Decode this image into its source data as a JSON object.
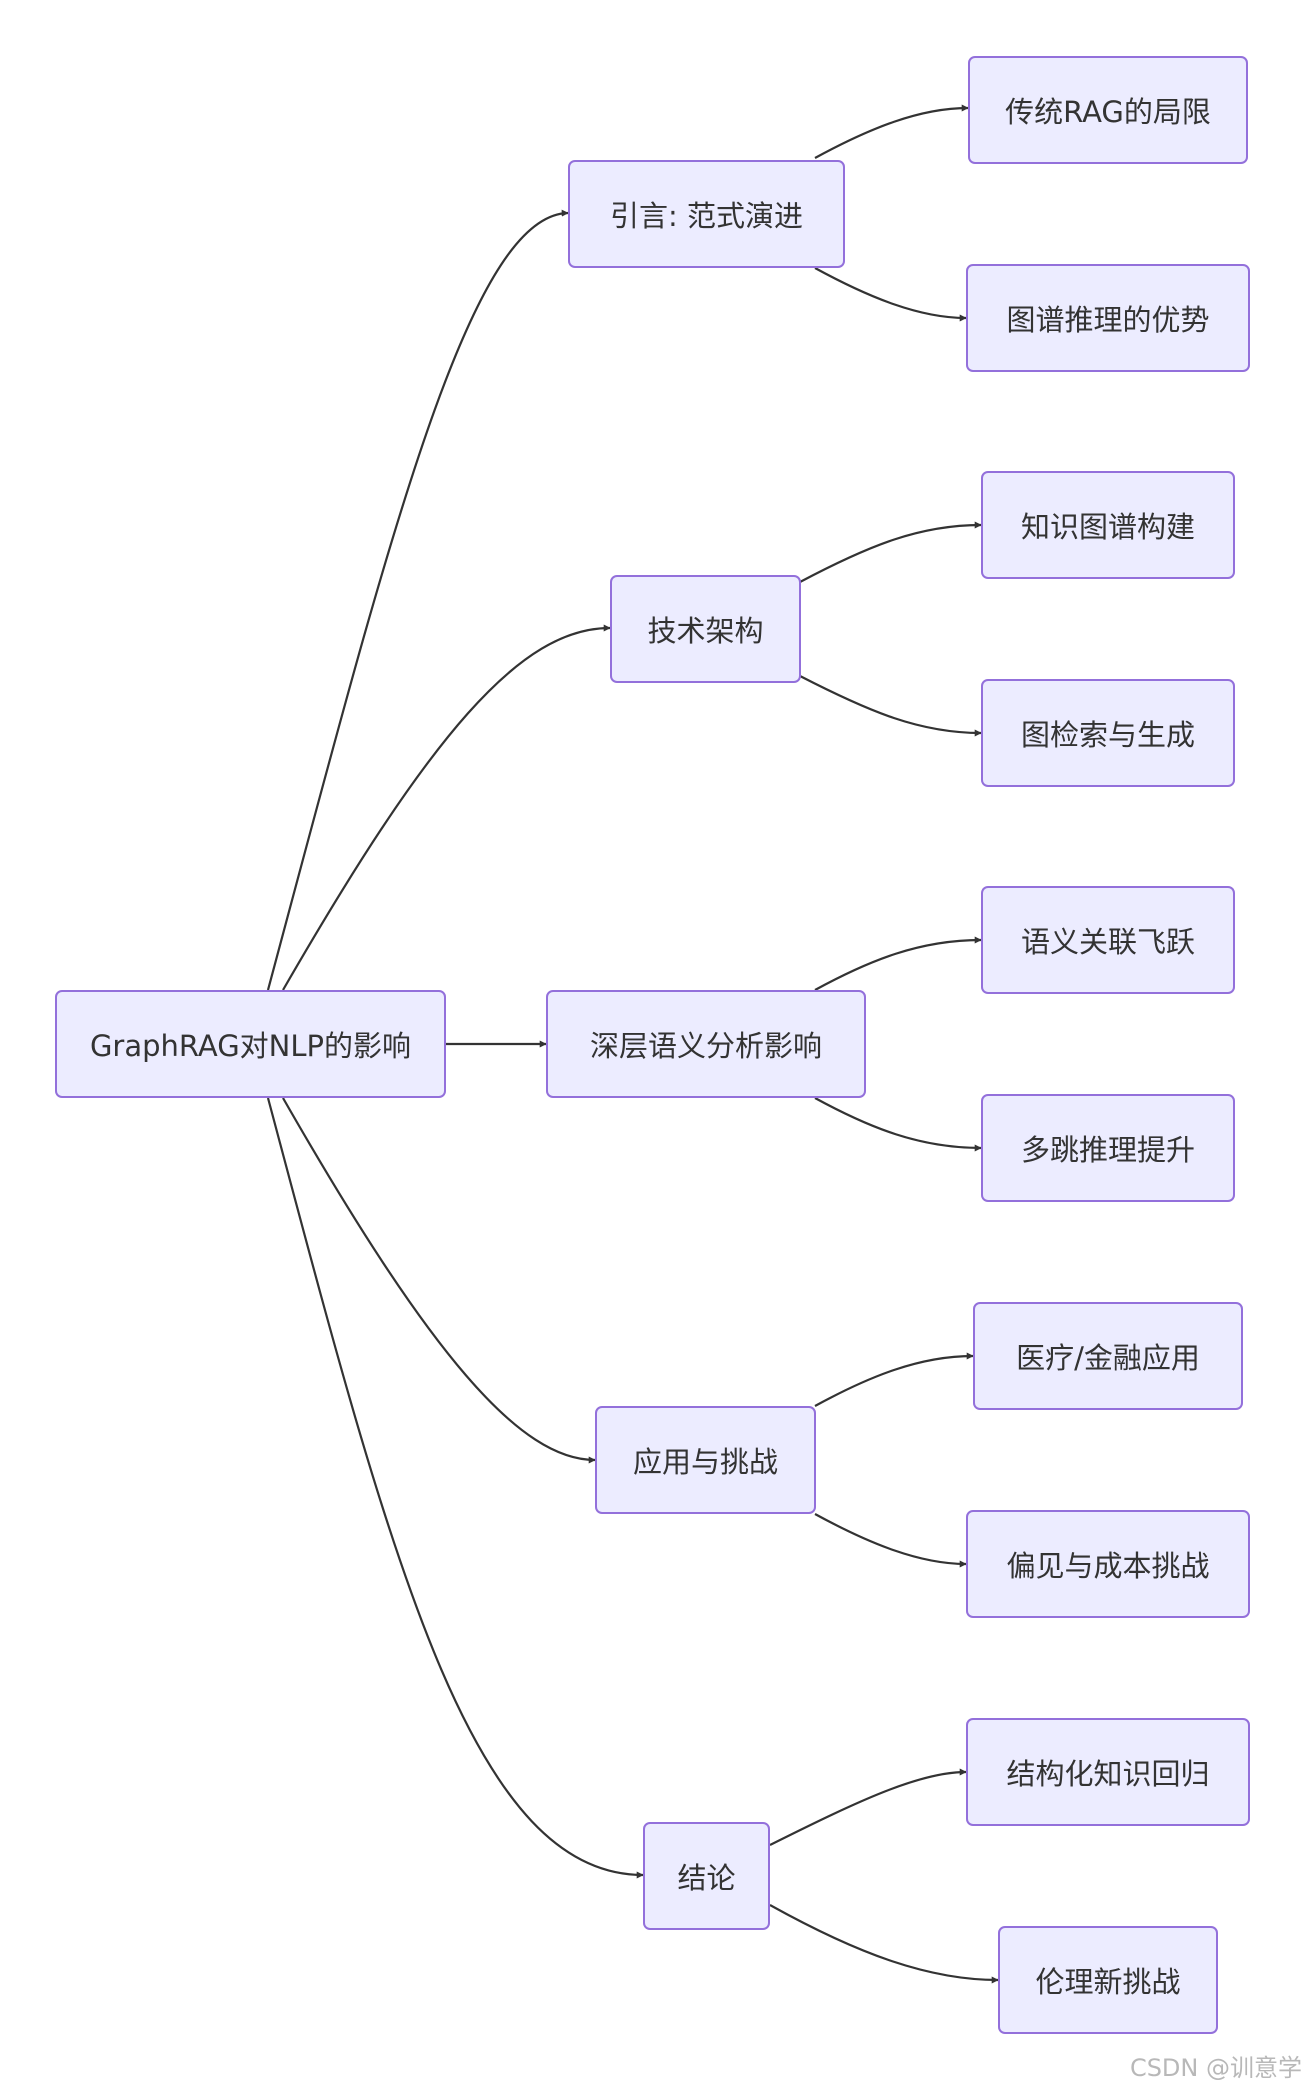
{
  "diagram": {
    "type": "mindmap-flowchart",
    "root": {
      "id": "root",
      "label": "GraphRAG对NLP的影响"
    },
    "branches": [
      {
        "id": "b1",
        "label": "引言: 范式演进",
        "children": [
          {
            "id": "b1c1",
            "label": "传统RAG的局限"
          },
          {
            "id": "b1c2",
            "label": "图谱推理的优势"
          }
        ]
      },
      {
        "id": "b2",
        "label": "技术架构",
        "children": [
          {
            "id": "b2c1",
            "label": "知识图谱构建"
          },
          {
            "id": "b2c2",
            "label": "图检索与生成"
          }
        ]
      },
      {
        "id": "b3",
        "label": "深层语义分析影响",
        "children": [
          {
            "id": "b3c1",
            "label": "语义关联飞跃"
          },
          {
            "id": "b3c2",
            "label": "多跳推理提升"
          }
        ]
      },
      {
        "id": "b4",
        "label": "应用与挑战",
        "children": [
          {
            "id": "b4c1",
            "label": "医疗/金融应用"
          },
          {
            "id": "b4c2",
            "label": "偏见与成本挑战"
          }
        ]
      },
      {
        "id": "b5",
        "label": "结论",
        "children": [
          {
            "id": "b5c1",
            "label": "结构化知识回归"
          },
          {
            "id": "b5c2",
            "label": "伦理新挑战"
          }
        ]
      }
    ],
    "colors": {
      "node_fill": "#ECECFF",
      "node_border": "#9370DB",
      "edge": "#333333",
      "text": "#333333"
    }
  },
  "watermark": "CSDN @训意学"
}
